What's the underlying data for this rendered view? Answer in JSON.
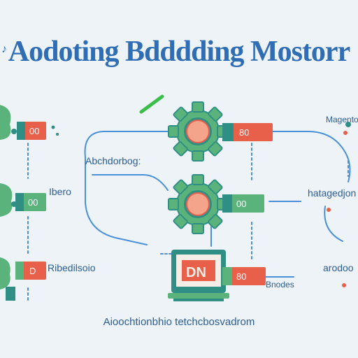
{
  "header": {
    "title": "Aodoting Bdddding Mostorr",
    "left_mark": "♪"
  },
  "labels": {
    "top_right": "Magentor",
    "mid_center_left": "Abchdorbog:",
    "left_mid": "Ibero",
    "right_mid": "hatagedjon",
    "left_bottom": "Ribedilsoio",
    "right_bottom": "arodoo",
    "right_bottom_sub": "Bnodes"
  },
  "tags": {
    "left_top": "00",
    "left_mid": "00",
    "left_bottom": "D",
    "center_top": "80",
    "center_mid": "00",
    "center_bottom": "80"
  },
  "monitor_text": "DN",
  "footer": {
    "caption": "Aioochtionbhio tetchcbosvadrom"
  },
  "colors": {
    "blue": "#2f6db4",
    "line": "#4a90d9",
    "green": "#5ab37a",
    "orange": "#e8604a",
    "teal": "#2f8f85",
    "bg": "#eef3f8"
  },
  "icons": [
    "gear-icon",
    "face-icon",
    "monitor-icon",
    "leaf-icon",
    "arrow-icon"
  ]
}
